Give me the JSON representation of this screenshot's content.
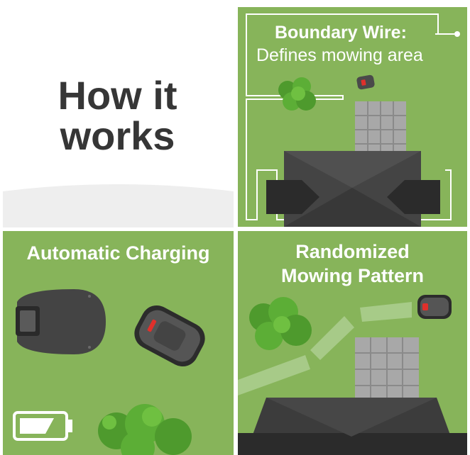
{
  "intro": {
    "title_line1": "How it",
    "title_line2": "works"
  },
  "boundary": {
    "title": "Boundary Wire:",
    "subtitle": "Defines mowing area"
  },
  "charging": {
    "title": "Automatic Charging",
    "battery_icon": "battery-charging-icon"
  },
  "pattern": {
    "title_line1": "Randomized",
    "title_line2": "Mowing Pattern"
  },
  "colors": {
    "grass": "#87b45a",
    "heading": "#363636",
    "roof": "#3c3c3c",
    "mower": "#4a4a4a",
    "accent_red": "#e0302b",
    "bush": "#55a532"
  }
}
